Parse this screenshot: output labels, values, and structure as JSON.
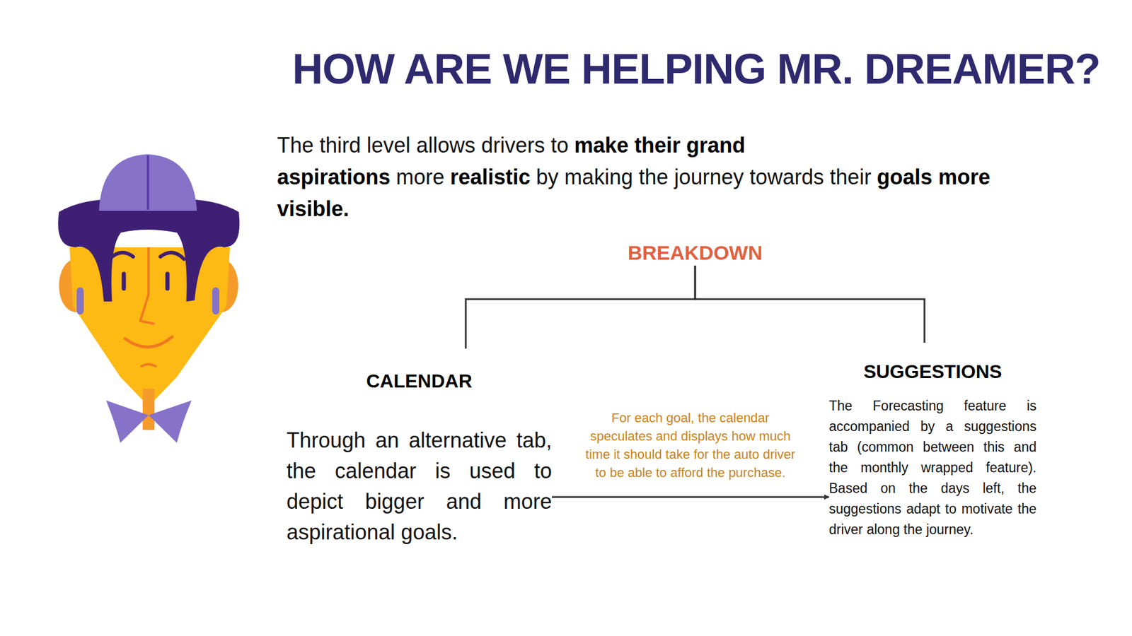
{
  "diagram": {
    "title": "HOW ARE WE HELPING MR. DREAMER?",
    "nodes": [
      {
        "text": [
          "BREAKDOWN"
        ]
      },
      {
        "text": [
          "CALENDAR",
          "Through an alternative tab, the calendar is used to depict bigger and more aspirational goals."
        ]
      },
      {
        "text": [
          "SUGGESTIONS",
          "The Forecasting feature is accompanied by a suggestions tab (common between this and the monthly wrapped feature). Based on the days left, the suggestions adapt to motivate the driver along the journey."
        ]
      }
    ],
    "edges": [
      {
        "from": 0,
        "to": 1,
        "arrow": "none"
      },
      {
        "from": 0,
        "to": 2,
        "arrow": "none"
      },
      {
        "from": 1,
        "to": 2,
        "arrow": "to",
        "label": "For each goal, the calendar speculates and displays how much time it should take for the auto driver to be able to afford the purchase."
      }
    ],
    "labels": [
      "The third level allows drivers to",
      "make their grand aspirations",
      "more",
      "realistic",
      "by making the journey towards their",
      "goals more visible."
    ]
  }
}
